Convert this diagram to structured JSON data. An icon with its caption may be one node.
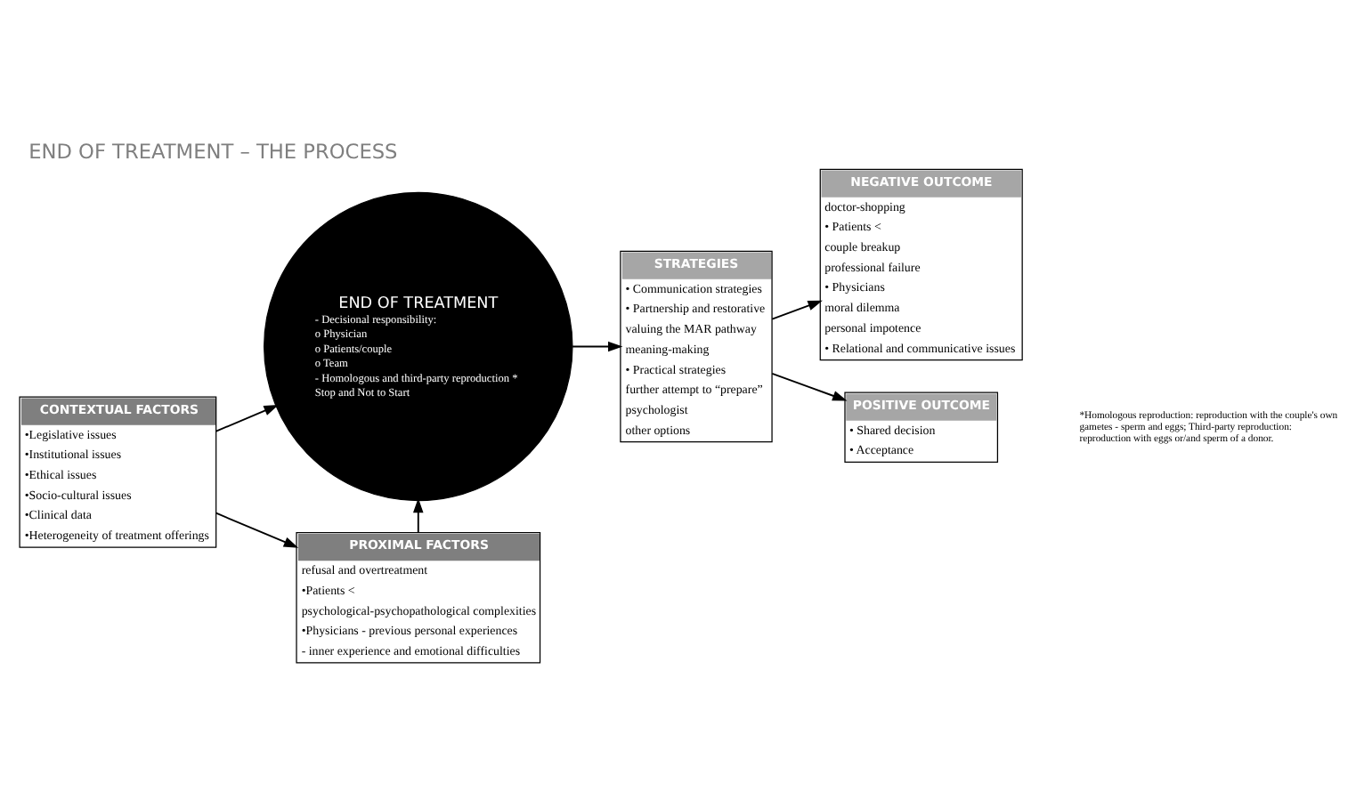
{
  "diagram": {
    "title": "END OF TREATMENT – THE PROCESS",
    "nodes": [
      {
        "text": [
          "CONTEXTUAL FACTORS",
          "•Legislative issues",
          "•Institutional issues",
          "•Ethical issues",
          "•Socio-cultural issues",
          "•Clinical data",
          "•Heterogeneity of treatment offerings"
        ]
      },
      {
        "text": [
          "END OF TREATMENT",
          "- Decisional responsibility:",
          "o Physician",
          "o Patients/couple",
          "o Team",
          "- Homologous and third-party reproduction *",
          "Stop and Not to Start"
        ]
      },
      {
        "text": [
          "STRATEGIES",
          "• Communication strategies",
          "• Partnership and restorative",
          "valuing the MAR pathway",
          "meaning-making",
          "• Practical strategies",
          "further attempt to “prepare”",
          "psychologist",
          "other options"
        ]
      },
      {
        "text": [
          "NEGATIVE OUTCOME",
          "doctor-shopping",
          "• Patients <",
          "couple breakup",
          "professional failure",
          "• Physicians",
          "moral dilemma",
          "personal impotence",
          "• Relational and communicative issues"
        ]
      },
      {
        "text": [
          "POSITIVE OUTCOME",
          "• Shared decision",
          "• Acceptance"
        ]
      },
      {
        "text": [
          "PROXIMAL FACTORS",
          "refusal and overtreatment",
          "•Patients <",
          "psychological-psychopathological complexities",
          "•Physicians - previous personal experiences",
          "- inner experience and emotional difficulties"
        ]
      }
    ],
    "edges": [
      {
        "from": 0,
        "to": 1,
        "arrow": "to"
      },
      {
        "from": 1,
        "to": 2,
        "arrow": "to"
      },
      {
        "from": 2,
        "to": 3,
        "arrow": "to"
      },
      {
        "from": 2,
        "to": 4,
        "arrow": "to"
      },
      {
        "from": 5,
        "to": 1,
        "arrow": "to"
      },
      {
        "from": 0,
        "to": 5,
        "arrow": "to"
      }
    ],
    "labels": [
      "*Homologous reproduction: reproduction with the couple's own gametes - sperm and eggs; Third-party reproduction: reproduction with eggs or/and sperm of a donor."
    ]
  }
}
